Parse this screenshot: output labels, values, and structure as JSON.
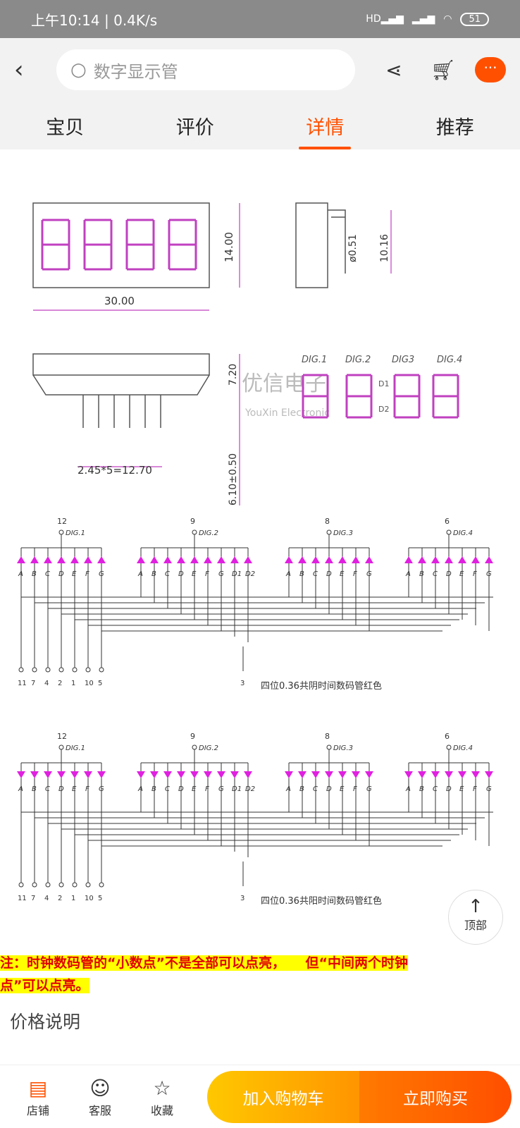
{
  "status": {
    "time": "上午10:14 | 0.4K/s",
    "network": "HD",
    "battery": "51"
  },
  "header": {
    "search_placeholder": "数字显示管"
  },
  "tabs": [
    {
      "label": "宝贝"
    },
    {
      "label": "评价"
    },
    {
      "label": "详情",
      "active": true
    },
    {
      "label": "推荐"
    }
  ],
  "diagram": {
    "dim_width": "30.00",
    "dim_height": "14.00",
    "dim_pin": "ø0.51",
    "dim_depth": "10.16",
    "dim_body": "7.20",
    "dim_pinlen": "6.10±0.50",
    "dim_pitch": "2.45*5=12.70",
    "digits": [
      "DIG.1",
      "DIG.2",
      "DIG3",
      "DIG.4"
    ],
    "dots": [
      "D1",
      "D2"
    ],
    "segments": [
      "A",
      "B",
      "C",
      "D",
      "E",
      "F",
      "G"
    ],
    "watermark": "优信电子",
    "watermark_en": "YouXin Electronic",
    "schematic_digit_pins": [
      "12",
      "9",
      "8",
      "6"
    ],
    "schematic_digit_labels": [
      "DIG.1",
      "DIG.2",
      "DIG.3",
      "DIG.4"
    ],
    "schematic_bottom_pins": [
      "11",
      "7",
      "4",
      "2",
      "1",
      "10",
      "5"
    ],
    "schematic_dot_pin": "3",
    "schematic_caption_1": "四位0.36共阴时间数码管红色",
    "schematic_caption_2": "四位0.36共阳时间数码管红色",
    "diode_color": "#e020e0"
  },
  "note": {
    "line1": "注：时钟数码管的“小数点”不是全部可以点亮，　　但“中间两个时钟",
    "line2": "点”可以点亮。"
  },
  "price_title": "价格说明",
  "to_top": "顶部",
  "bottom": {
    "shop": "店铺",
    "service": "客服",
    "favorite": "收藏",
    "add_cart": "加入购物车",
    "buy_now": "立即购买"
  },
  "accent": "#ff5000"
}
